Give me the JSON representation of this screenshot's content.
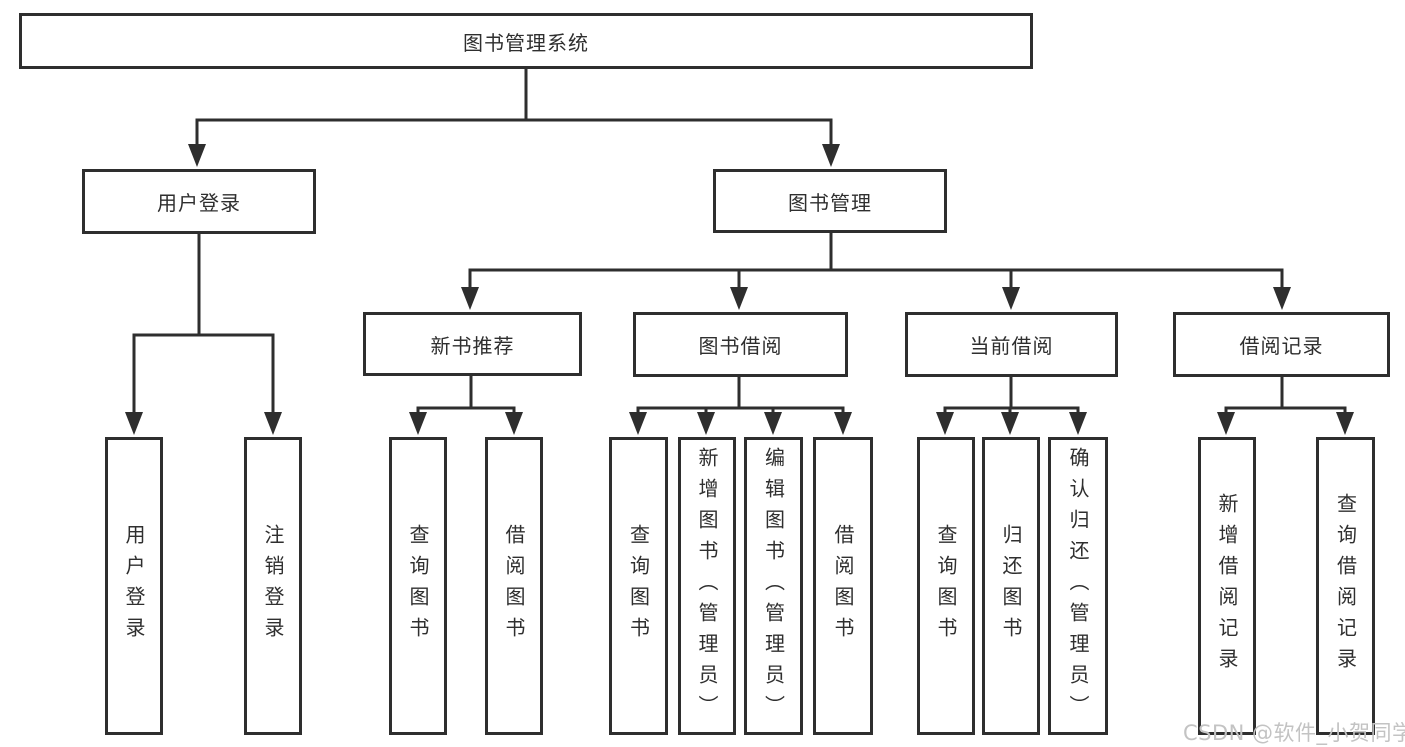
{
  "tree": {
    "label": "图书管理系统",
    "children": [
      {
        "label": "用户登录",
        "children": [
          {
            "label": "用户登录"
          },
          {
            "label": "注销登录"
          }
        ]
      },
      {
        "label": "图书管理",
        "children": [
          {
            "label": "新书推荐",
            "children": [
              {
                "label": "查询图书"
              },
              {
                "label": "借阅图书"
              }
            ]
          },
          {
            "label": "图书借阅",
            "children": [
              {
                "label": "查询图书"
              },
              {
                "label": "新增图书（管理员）"
              },
              {
                "label": "编辑图书（管理员）"
              },
              {
                "label": "借阅图书"
              }
            ]
          },
          {
            "label": "当前借阅",
            "children": [
              {
                "label": "查询图书"
              },
              {
                "label": "归还图书"
              },
              {
                "label": "确认归还（管理员）"
              }
            ]
          },
          {
            "label": "借阅记录",
            "children": [
              {
                "label": "新增借阅记录"
              },
              {
                "label": "查询借阅记录"
              }
            ]
          }
        ]
      }
    ]
  },
  "watermark": {
    "text": "CSDN @软件_小贺同学"
  },
  "colors": {
    "line": "#2e2e2e",
    "box_border": "#2e2e2e",
    "box_fill": "#ffffff",
    "text": "#2f2f2f",
    "watermark": "#c3c3c3",
    "background": "#ffffff"
  }
}
